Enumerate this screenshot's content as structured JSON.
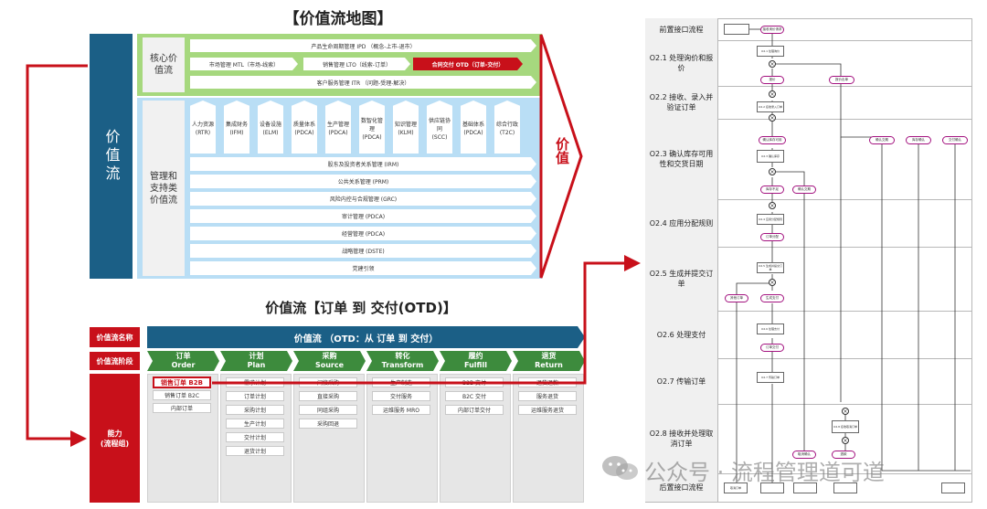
{
  "top": {
    "title": "【价值流地图】",
    "left_label": "价值流",
    "core_label": "核心价值流",
    "core_bars": {
      "ipd": "产品生命周期管理 IPD （概念-上市-退市）",
      "mtl": "市场管理 MTL（市场-线索）",
      "lto": "销售管理 LTO（线索-订单）",
      "otd": "合同交付 OTD（订单-交付）",
      "itr": "客户服务管理 ITR （问题-受理-解决）"
    },
    "mgmt_label": "管理和支持类价值流",
    "pillars": [
      {
        "name": "人力资源",
        "abbr": "(RTR)"
      },
      {
        "name": "集成财务",
        "abbr": "(IFM)"
      },
      {
        "name": "设备设施",
        "abbr": "(ELM)"
      },
      {
        "name": "质量体系",
        "abbr": "(PDCA)"
      },
      {
        "name": "生产管理",
        "abbr": "(PDCA)"
      },
      {
        "name": "数智化管理",
        "abbr": "(PDCA)"
      },
      {
        "name": "知识管理",
        "abbr": "(KLM)"
      },
      {
        "name": "供应链协同",
        "abbr": "(SCC)"
      },
      {
        "name": "基础体系",
        "abbr": "(PDCA)"
      },
      {
        "name": "综合行政",
        "abbr": "(T2C)"
      }
    ],
    "mgmt_bars": [
      "股东及投资者关系管理 (IRM)",
      "公共关系管理 (PRM)",
      "风险内控与合规管理 (GRC)",
      "审计管理 (PDCA)",
      "经营管理 (PDCA)",
      "战略管理 (DSTE)",
      "党建引领"
    ],
    "value_label": "价值"
  },
  "otd": {
    "title": "价值流【订单 到 交付(OTD)】",
    "name_label": "价值流名称",
    "name_value": "价值流 （OTD：从 订单 到 交付）",
    "stage_label": "价值流阶段",
    "capability_label": "能力\n(流程组)",
    "stages": [
      {
        "cn": "订单",
        "en": "Order",
        "items": [
          "销售订单 B2B",
          "销售订单 B2C",
          "内部订单"
        ]
      },
      {
        "cn": "计划",
        "en": "Plan",
        "items": [
          "需求计划",
          "订单计划",
          "采购计划",
          "生产计划",
          "交付计划",
          "退货计划"
        ]
      },
      {
        "cn": "采购",
        "en": "Source",
        "items": [
          "间接采购",
          "直接采购",
          "同组采购",
          "采购回退"
        ]
      },
      {
        "cn": "转化",
        "en": "Transform",
        "items": [
          "生产制造",
          "交付服务",
          "运维服务 MRO"
        ]
      },
      {
        "cn": "履约",
        "en": "Fulfill",
        "items": [
          "B2B 交付",
          "B2C 交付",
          "内部订单交付"
        ]
      },
      {
        "cn": "退货",
        "en": "Return",
        "items": [
          "退货退款",
          "服务退货",
          "运维服务退货"
        ]
      }
    ]
  },
  "swimlane": {
    "lanes": [
      "前置接口流程",
      "O2.1 处理询价和报价",
      "O2.2 接收、录入并验证订单",
      "O2.3 确认库存可用性和交货日期",
      "O2.4 应用分配规则",
      "O2.5 生成并提交订单",
      "O2.6 处理支付",
      "O2.7 传输订单",
      "O2.8 接收并处理取消订单",
      "后置接口流程"
    ],
    "nodes": {
      "n1": "接收询价请求",
      "n2": "O2.1 处理询价",
      "n3": "报价",
      "n4": "报价出单",
      "n5": "O2.2 接收录入订单",
      "n6": "确认库存可用",
      "n7": "O2.3 确认库存",
      "n8": "库存不足",
      "n9": "确认交期",
      "n10": "O2.4 应用分配规则",
      "n11": "O2.5 生成并提交订单",
      "n12": "生成支付",
      "n13": "O2.6 处理支付",
      "n14": "O2.7 传输订单",
      "n15": "O2.8 接收取消订单",
      "n16": "取消确认",
      "n17": "退款",
      "n18": "取消订单",
      "n19": "其他订单",
      "n20": "确认交期",
      "n21": "库存确认",
      "n22": "交付确认",
      "n23": "订单分配",
      "n24": "订单交付"
    },
    "watermark": "公众号 · 流程管理道可道"
  }
}
